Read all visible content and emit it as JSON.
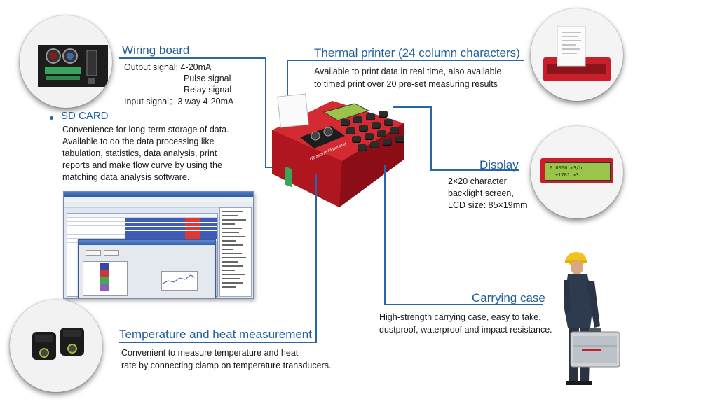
{
  "wiring_board": {
    "title": "Wiring board",
    "output_signal": "Output signal: 4-20mA",
    "pulse_signal": "Pulse signal",
    "relay_signal": "Relay signal",
    "input_signal": "Input signal：3 way 4-20mA"
  },
  "sd_card": {
    "title": "SD CARD",
    "lines": [
      "Convenience for long-term storage of data.",
      "Available to do the data processing like",
      "tabulation, statistics, data analysis, print",
      " reports and make flow curve by using the",
      " matching data analysis software."
    ]
  },
  "thermal_printer": {
    "title": "Thermal printer (24 column characters)",
    "lines": [
      "Available to print data in real time, also available",
      "to timed print over 20 pre-set measuring results"
    ]
  },
  "display": {
    "title": "Display",
    "lines": [
      "2×20 character",
      "backlight screen,",
      "LCD size: 85×19mm"
    ],
    "lcd_line1": "0.0000 m3/h",
    "lcd_line2": "+1761 m3"
  },
  "carrying_case": {
    "title": "Carrying case",
    "lines": [
      "High-strength carrying case, easy to take,",
      "dustproof, waterproof and impact resistance."
    ]
  },
  "temperature": {
    "title": "Temperature and heat measurement",
    "lines": [
      "Convenient to measure temperature and heat",
      "rate by connecting clamp on temperature transducers."
    ]
  },
  "device_label": "Ultrasonic Flowmeter",
  "colors": {
    "accent_line": "#2a65a5",
    "title_blue": "#1f5f99",
    "device_red": "#c8202a",
    "lcd_green": "#9bc44a"
  }
}
